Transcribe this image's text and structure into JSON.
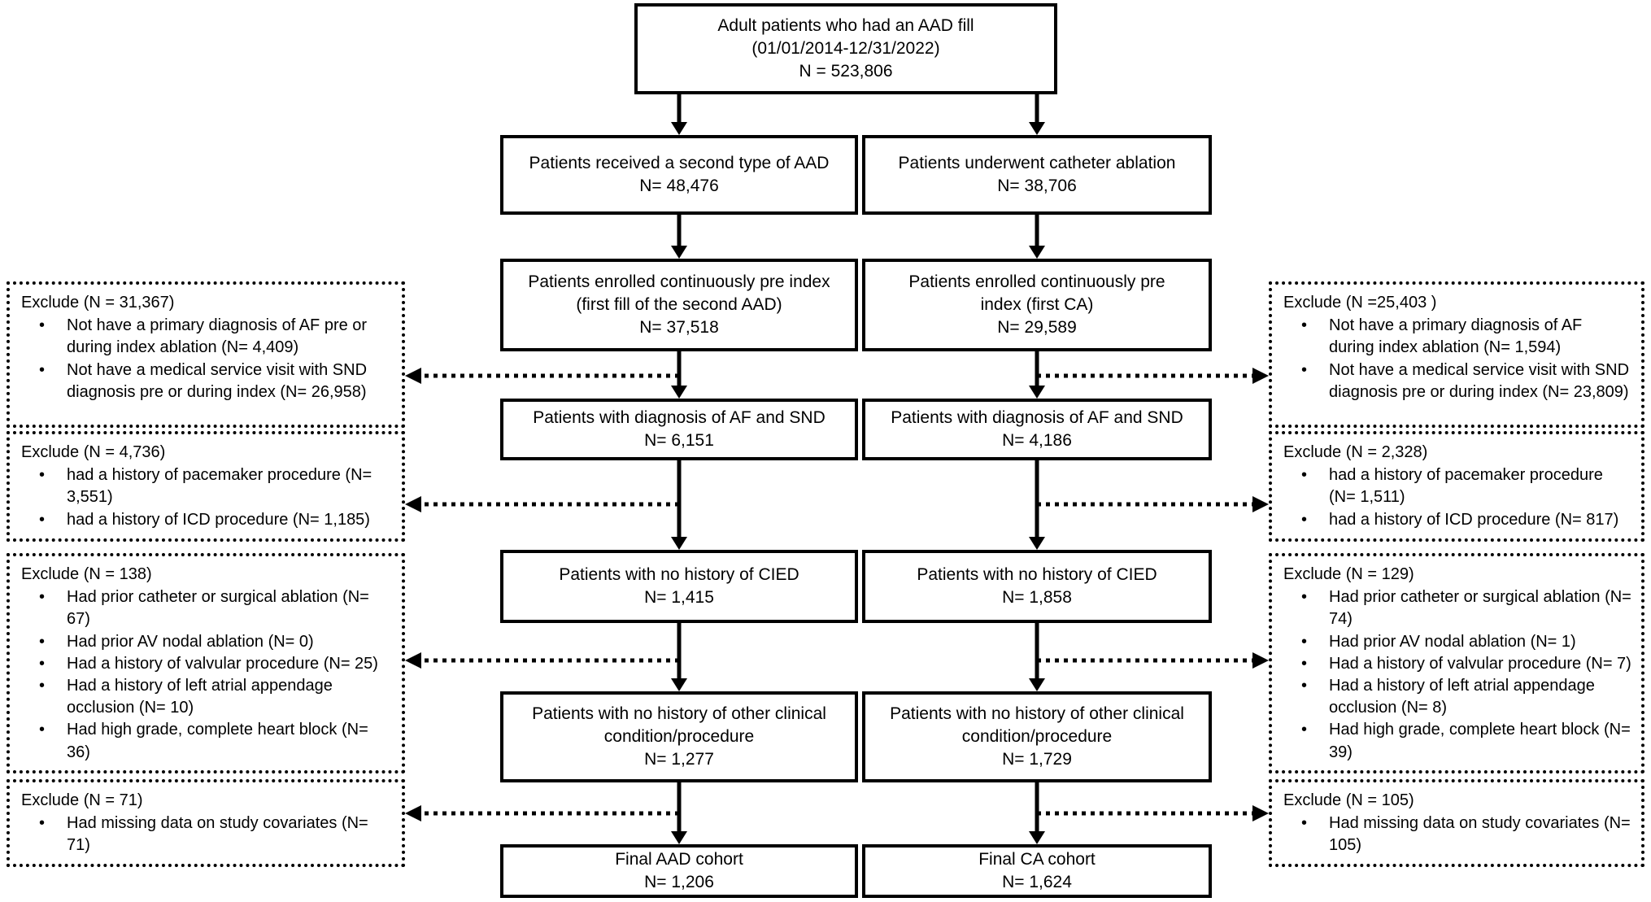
{
  "flow": {
    "colors": {
      "border": "#000000",
      "background": "#ffffff",
      "text": "#000000"
    },
    "top_box": {
      "lines": [
        "Adult patients who had an AAD fill",
        "(01/01/2014-12/31/2022)",
        "N = 523,806"
      ]
    },
    "aad": [
      {
        "lines": [
          "Patients received a second type of AAD",
          "N= 48,476"
        ]
      },
      {
        "lines": [
          "Patients enrolled continuously pre index",
          "(first fill of the second AAD)",
          "N= 37,518"
        ]
      },
      {
        "lines": [
          "Patients with diagnosis of AF and SND",
          "N= 6,151"
        ]
      },
      {
        "lines": [
          "Patients with no history of CIED",
          "N= 1,415"
        ]
      },
      {
        "lines": [
          "Patients with no history of other clinical",
          "condition/procedure",
          "N= 1,277"
        ]
      },
      {
        "lines": [
          "Final AAD cohort",
          "N= 1,206"
        ]
      }
    ],
    "ca": [
      {
        "lines": [
          "Patients underwent catheter ablation",
          "N= 38,706"
        ]
      },
      {
        "lines": [
          "Patients enrolled continuously pre",
          "index (first CA)",
          "N= 29,589"
        ]
      },
      {
        "lines": [
          "Patients with diagnosis of AF and SND",
          "N= 4,186"
        ]
      },
      {
        "lines": [
          "Patients with no history of CIED",
          "N= 1,858"
        ]
      },
      {
        "lines": [
          "Patients with no history of other clinical",
          "condition/procedure",
          "N= 1,729"
        ]
      },
      {
        "lines": [
          "Final CA cohort",
          "N= 1,624"
        ]
      }
    ],
    "left_exclusions": [
      {
        "title": "Exclude (N = 31,367)",
        "items": [
          "Not have a primary diagnosis of AF pre or during index ablation (N= 4,409)",
          "Not have a medical service visit with SND diagnosis pre or during index (N= 26,958)"
        ]
      },
      {
        "title": "Exclude (N = 4,736)",
        "items": [
          "had a history of pacemaker procedure (N= 3,551)",
          "had a history of ICD procedure (N= 1,185)"
        ]
      },
      {
        "title": "Exclude (N = 138)",
        "items": [
          "Had prior catheter or surgical ablation (N= 67)",
          "Had prior AV nodal ablation (N= 0)",
          "Had a history of valvular procedure (N= 25)",
          "Had a history of left atrial appendage occlusion (N= 10)",
          "Had high grade, complete heart block (N= 36)"
        ]
      },
      {
        "title": "Exclude (N = 71)",
        "items": [
          "Had missing data on study covariates (N= 71)"
        ]
      }
    ],
    "right_exclusions": [
      {
        "title": "Exclude (N =25,403 )",
        "items": [
          "Not have a primary diagnosis of AF during index ablation (N= 1,594)",
          "Not have a medical service visit with SND diagnosis pre or during index (N= 23,809)"
        ]
      },
      {
        "title": "Exclude (N = 2,328)",
        "items": [
          "had a history of pacemaker procedure (N= 1,511)",
          "had a history of ICD procedure (N= 817)"
        ]
      },
      {
        "title": "Exclude (N = 129)",
        "items": [
          "Had prior catheter or surgical ablation (N= 74)",
          "Had prior AV nodal ablation (N= 1)",
          "Had a history of valvular procedure (N= 7)",
          "Had a history of left atrial appendage occlusion (N= 8)",
          "Had high grade, complete heart block (N= 39)"
        ]
      },
      {
        "title": "Exclude (N = 105)",
        "items": [
          "Had missing data on study covariates (N= 105)"
        ]
      }
    ]
  }
}
